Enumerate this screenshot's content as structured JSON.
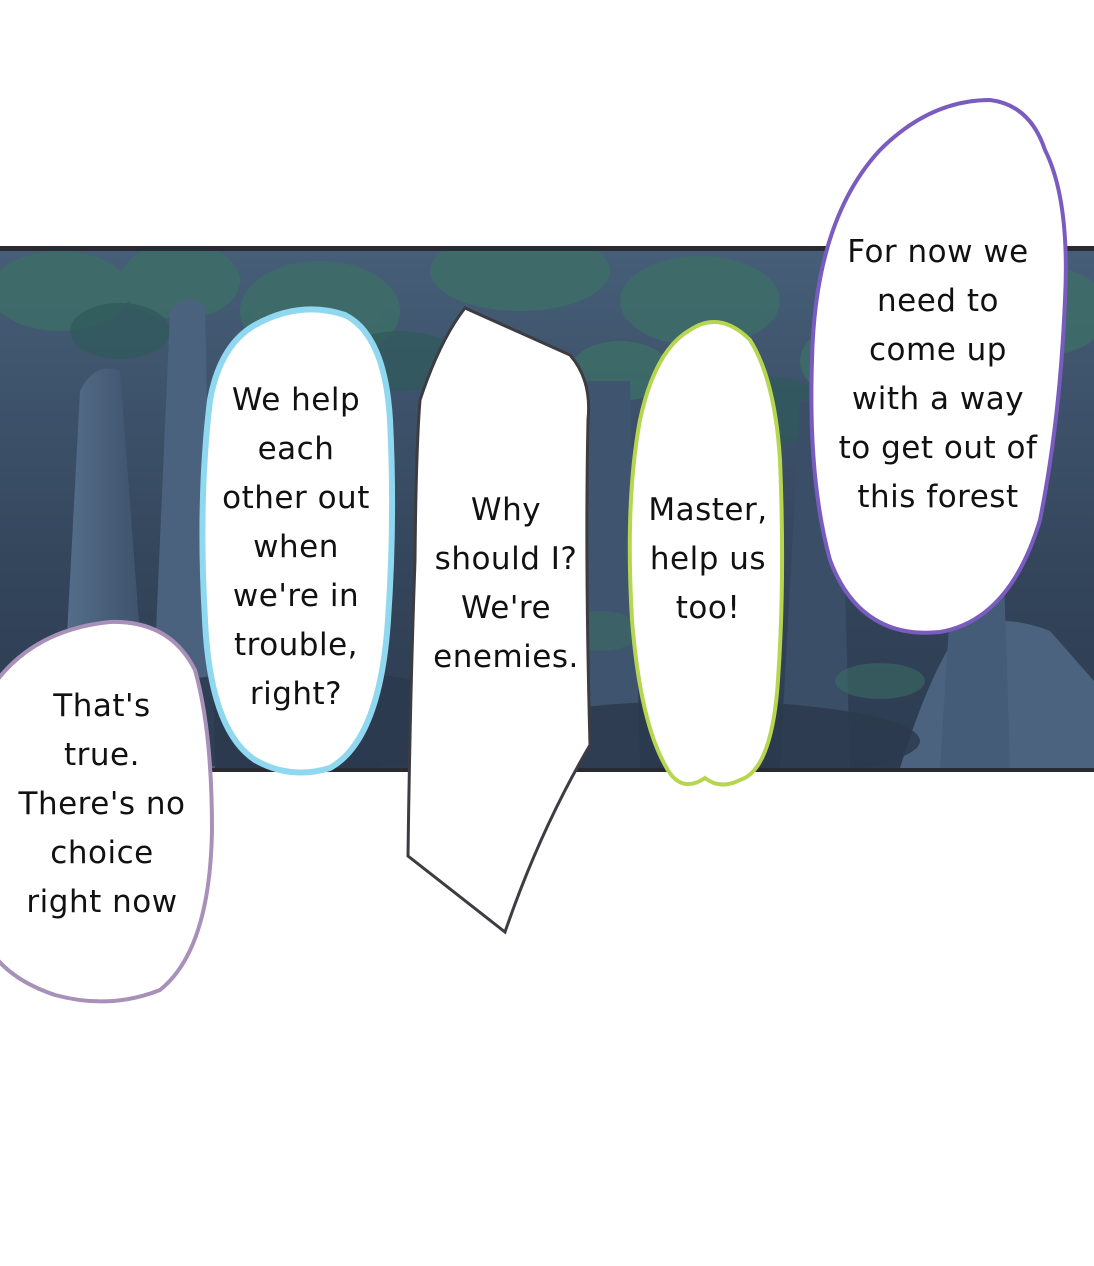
{
  "bubbles": {
    "purple_right": "For now we\nneed to\ncome up\nwith a way\nto get out of\nthis forest",
    "blue": "We help\neach\nother out\nwhen\nwe're in\ntrouble,\nright?",
    "white": "Why\nshould I?\nWe're\nenemies.",
    "green": "Master,\nhelp us\ntoo!",
    "purple_left": "That's\ntrue.\nThere's no\nchoice\nright now"
  },
  "colors": {
    "purple_outline": "#7a5cc0",
    "blue_outline": "#8fd8f0",
    "green_outline": "#b6d650",
    "dark_outline": "#3c3c42",
    "pale_purple_outline": "#a890b8",
    "forest_dark": "#2e3f55",
    "foliage": "#3f7a68"
  }
}
